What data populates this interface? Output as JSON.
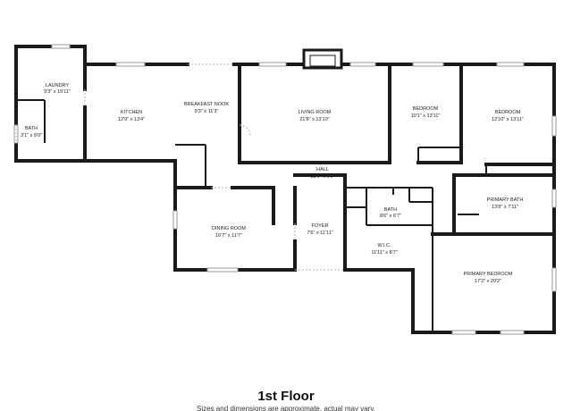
{
  "floor_title": "1st Floor",
  "footnote": "Sizes and dimensions are approximate, actual may vary.",
  "rooms": {
    "laundry": {
      "name": "LAUNDRY",
      "dim": "9'3\" x 15'11\""
    },
    "bath1": {
      "name": "BATH",
      "dim": "3'1\" x 8'0\""
    },
    "kitchen": {
      "name": "KITCHEN",
      "dim": "12'9\" x 13'4\""
    },
    "breakfast_nook": {
      "name": "BREAKFAST NOOK",
      "dim": "9'3\" x 11'3\""
    },
    "living_room": {
      "name": "LIVING ROOM",
      "dim": "21'8\" x 13'10\""
    },
    "bedroom1": {
      "name": "BEDROOM",
      "dim": "10'1\" x 13'11\""
    },
    "bedroom2": {
      "name": "BEDROOM",
      "dim": "12'10\" x 13'11\""
    },
    "hall": {
      "name": "HALL",
      "dim": "39'6\" x 6'0\""
    },
    "bath2": {
      "name": "BATH",
      "dim": "8'6\" x 6'7\""
    },
    "primary_bath": {
      "name": "PRIMARY BATH",
      "dim": "13'8\" x 7'11\""
    },
    "dining_room": {
      "name": "DINING ROOM",
      "dim": "16'7\" x 11'7\""
    },
    "foyer": {
      "name": "FOYER",
      "dim": "7'6\" x 11'11\""
    },
    "wic": {
      "name": "W.I.C.",
      "dim": "11'11\" x 8'7\""
    },
    "primary_bedroom": {
      "name": "PRIMARY BEDROOM",
      "dim": "17'2\" x 20'2\""
    }
  }
}
